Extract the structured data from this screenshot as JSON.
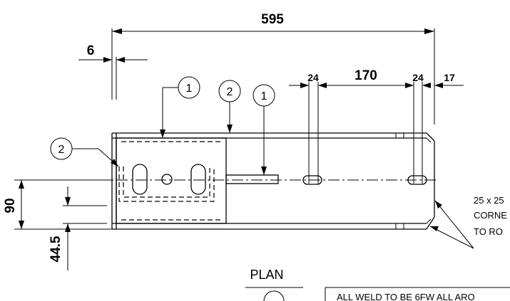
{
  "dimensions": {
    "overall_length": "595",
    "offset": "6",
    "slot_end": "24",
    "slot_spacing": "170",
    "slot_end_right": "24",
    "chamfer": "17",
    "height": "90",
    "half_height": "44.5"
  },
  "balloons": {
    "b1_top": "1",
    "b2_top": "2",
    "b1_right": "1",
    "b2_left": "2"
  },
  "notes": {
    "corner_line1": "25 x 25",
    "corner_line2": "CORNE",
    "corner_line3": "TO RO",
    "weld_note": "ALL WELD TO BE 6FW ALL ARO"
  },
  "view": {
    "title": "PLAN"
  }
}
